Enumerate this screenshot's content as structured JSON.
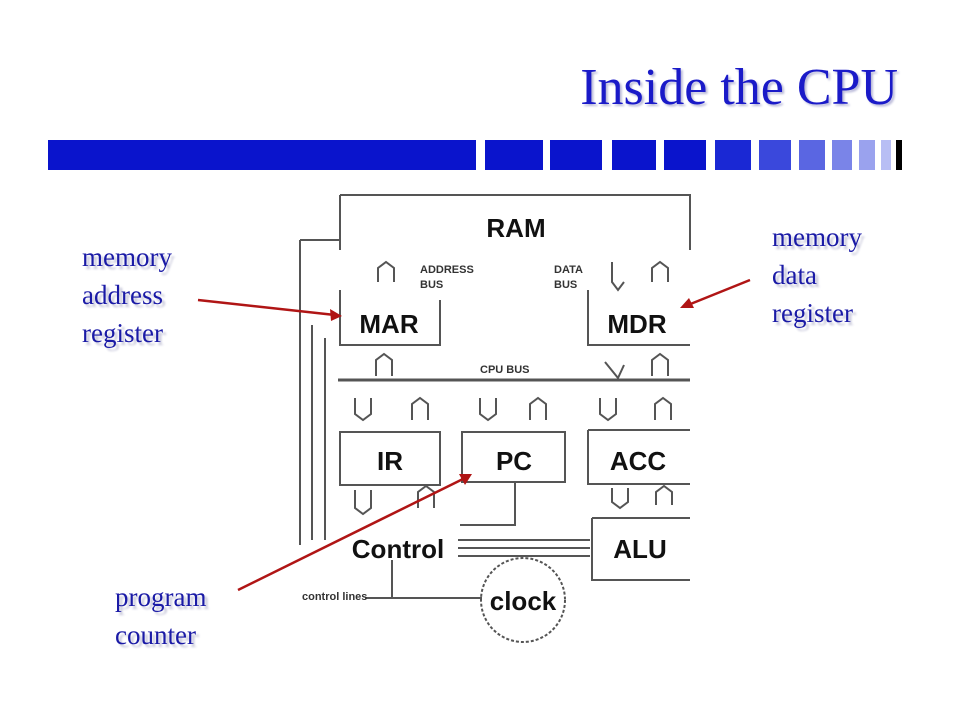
{
  "title": "Inside the CPU",
  "components": {
    "ram": "RAM",
    "mar": "MAR",
    "mdr": "MDR",
    "ir": "IR",
    "pc": "PC",
    "acc": "ACC",
    "alu": "ALU",
    "control": "Control",
    "clock": "clock"
  },
  "buses": {
    "address_bus_1": "ADDRESS",
    "address_bus_2": "BUS",
    "data_bus_1": "DATA",
    "data_bus_2": "BUS",
    "cpu_bus": "CPU BUS",
    "control_lines": "control lines"
  },
  "callouts": {
    "mar": [
      "memory",
      "address",
      "register"
    ],
    "mdr": [
      "memory",
      "data",
      "register"
    ],
    "pc": [
      "program",
      "counter"
    ]
  },
  "colors": {
    "title": "#1a1ac8",
    "bar": "#0a14cc",
    "callout_text": "#1a1aa6",
    "callout_arrow": "#b01515"
  }
}
